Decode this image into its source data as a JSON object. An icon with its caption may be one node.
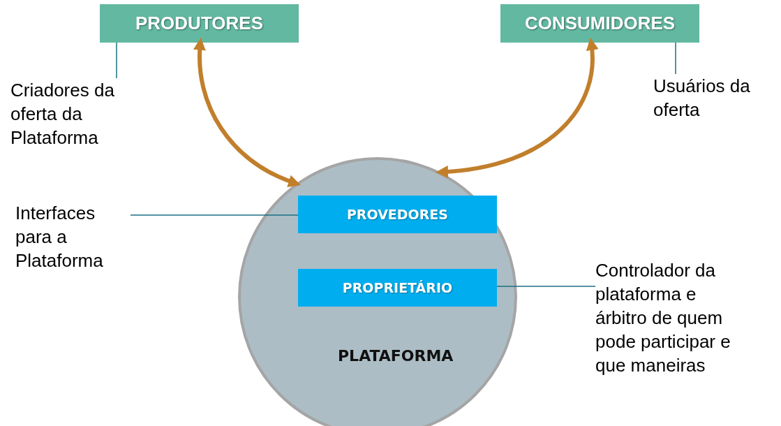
{
  "diagram": {
    "nodes": [
      {
        "text": [
          "PRODUTORES"
        ]
      },
      {
        "text": [
          "CONSUMIDORES"
        ]
      },
      {
        "text": [
          "Criadores da oferta da Plataforma"
        ]
      },
      {
        "text": [
          "Usuários da oferta"
        ]
      },
      {
        "text": [
          "PLATAFORMA"
        ]
      },
      {
        "text": [
          "PROVEDORES"
        ],
        "in": 4
      },
      {
        "text": [
          "PROPRIETÁRIO"
        ],
        "in": 4
      },
      {
        "text": [
          "Interfaces para a Plataforma"
        ]
      },
      {
        "text": [
          "Controlador da plataforma e árbitro de quem pode participar e que maneiras"
        ]
      }
    ],
    "edges": [
      {
        "from": 4,
        "to": 0,
        "arrow": "both",
        "style": "thick",
        "color": "#c17f2c"
      },
      {
        "from": 4,
        "to": 1,
        "arrow": "both",
        "style": "thick",
        "color": "#c17f2c"
      },
      {
        "from": 2,
        "to": 0,
        "arrow": "none"
      },
      {
        "from": 3,
        "to": 1,
        "arrow": "none"
      },
      {
        "from": 7,
        "to": 5,
        "arrow": "none"
      },
      {
        "from": 8,
        "to": 6,
        "arrow": "none"
      }
    ]
  }
}
